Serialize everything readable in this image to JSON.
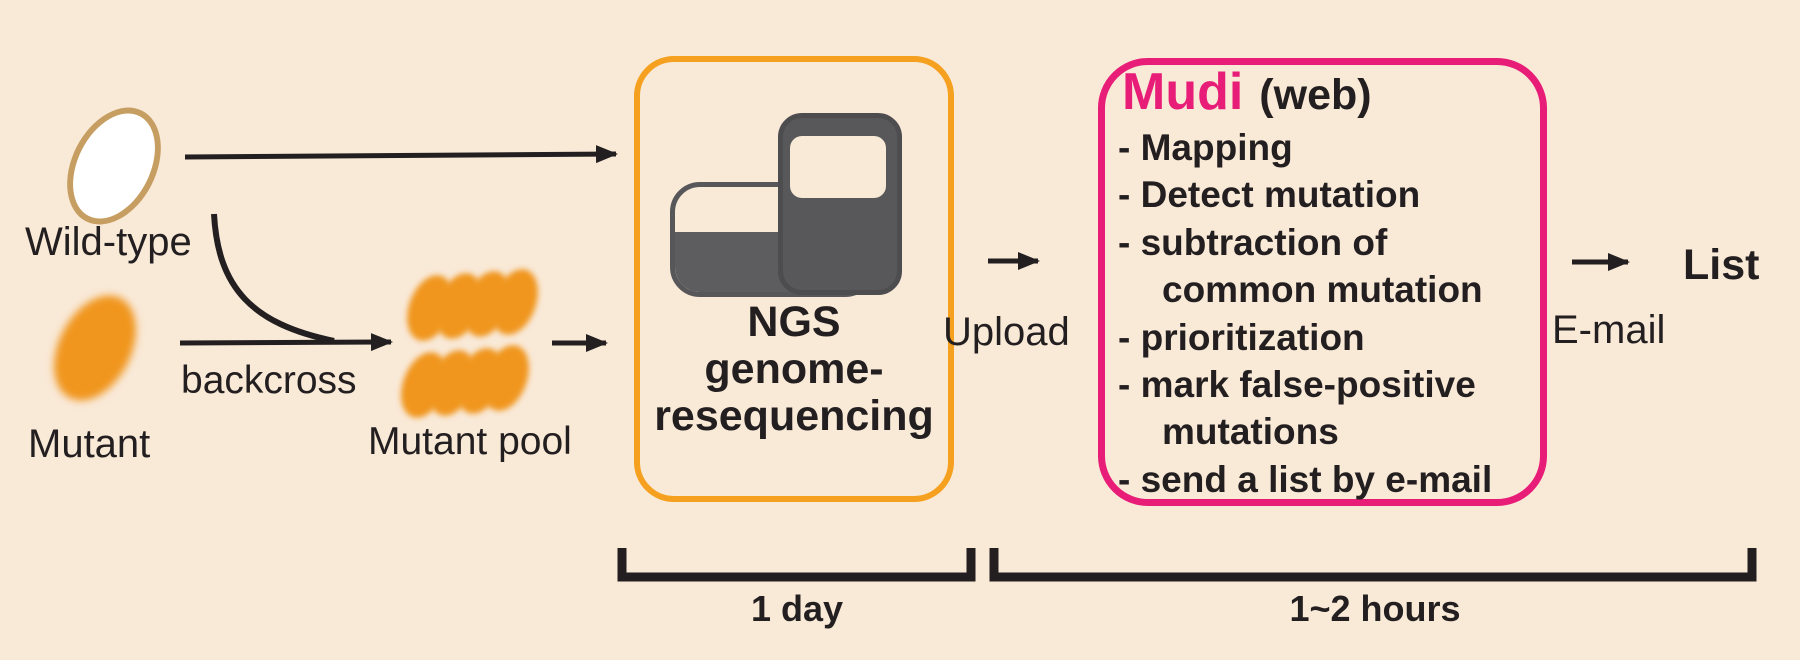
{
  "figure": {
    "colors": {
      "background": "#f9e9d7",
      "accent_orange": "#f5a01e",
      "accent_pink": "#e71d78",
      "egg_orange": "#f0961e",
      "egg_outline_tan": "#c79e62",
      "icon_gray": "#58585b",
      "text_black": "#231f20"
    },
    "specimens": {
      "wild_type_label": "Wild-type",
      "mutant_label": "Mutant",
      "backcross_label": "backcross",
      "mutant_pool_label": "Mutant pool"
    },
    "ngs": {
      "label_lines": [
        "NGS",
        "genome-",
        "resequencing"
      ],
      "duration": "1 day"
    },
    "upload_label": "Upload",
    "mudi": {
      "title": "Mudi",
      "subtitle": "(web)",
      "lines": [
        {
          "text": "- Mapping",
          "indent": false
        },
        {
          "text": "- Detect mutation",
          "indent": false
        },
        {
          "text": "- subtraction of",
          "indent": false
        },
        {
          "text": "common mutation",
          "indent": true
        },
        {
          "text": "- prioritization",
          "indent": false
        },
        {
          "text": "- mark false-positive",
          "indent": false
        },
        {
          "text": "mutations",
          "indent": true
        },
        {
          "text": "- send a list by e-mail",
          "indent": false
        }
      ],
      "duration": "1~2 hours"
    },
    "email_label": "E-mail",
    "list_label": "List"
  }
}
